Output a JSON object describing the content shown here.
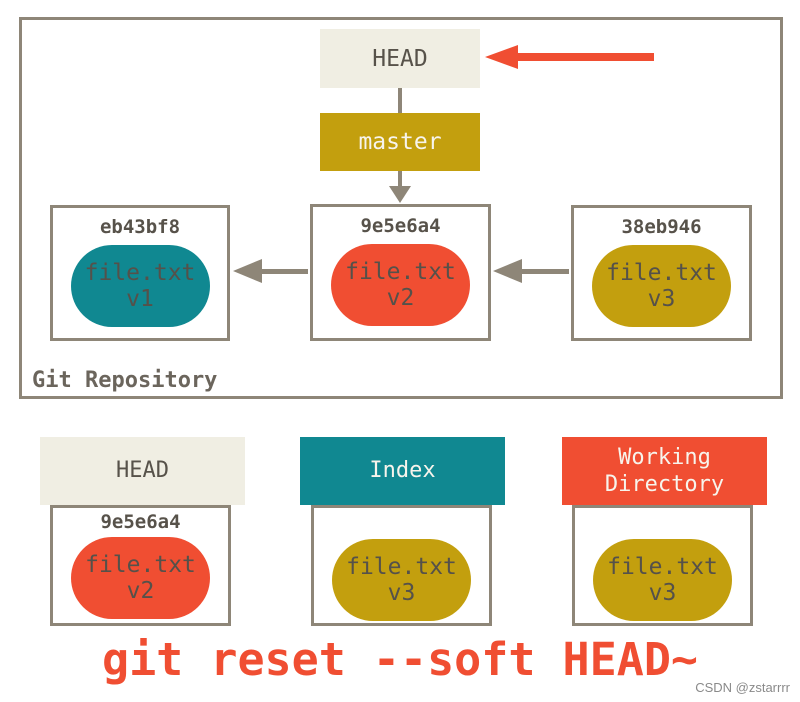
{
  "palette": {
    "cream": "#F0EEE3",
    "gold": "#C39F0E",
    "teal": "#108891",
    "red": "#F04E32",
    "border_gray": "#8E8678",
    "dark_text": "#57524A",
    "light_text": "#F7F4EC",
    "command_red": "#F04E32",
    "watermark_gray": "#8A8A8A"
  },
  "repo": {
    "label": "Git Repository",
    "head_label": "HEAD",
    "branch_label": "master",
    "commits": [
      {
        "hash": "eb43bf8",
        "file": "file.txt",
        "version": "v1",
        "pill_color": "teal"
      },
      {
        "hash": "9e5e6a4",
        "file": "file.txt",
        "version": "v2",
        "pill_color": "red"
      },
      {
        "hash": "38eb946",
        "file": "file.txt",
        "version": "v3",
        "pill_color": "gold"
      }
    ]
  },
  "snapshot": {
    "head": {
      "title": "HEAD",
      "hash": "9e5e6a4",
      "file": "file.txt",
      "version": "v2",
      "pill_color": "red",
      "header_color": "cream"
    },
    "index": {
      "title": "Index",
      "file": "file.txt",
      "version": "v3",
      "pill_color": "gold",
      "header_color": "teal"
    },
    "working_directory": {
      "title": "Working Directory",
      "file": "file.txt",
      "version": "v3",
      "pill_color": "gold",
      "header_color": "red"
    }
  },
  "command": "git reset --soft HEAD~",
  "watermark": "CSDN @zstarrrr"
}
